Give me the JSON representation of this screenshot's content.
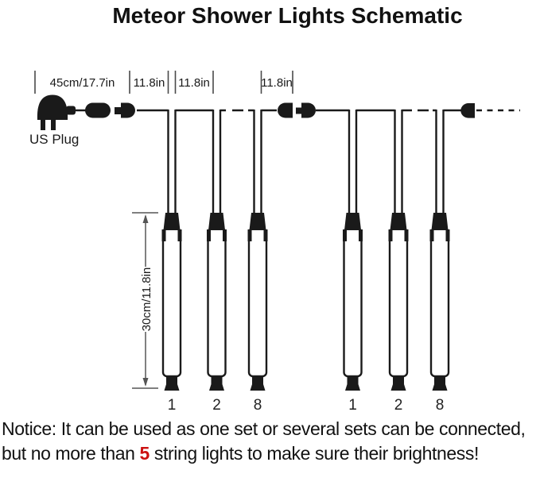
{
  "title": "Meteor Shower Lights Schematic",
  "plug": {
    "label": "US Plug"
  },
  "measurements": {
    "lead_length": "45cm/17.7in",
    "tube_spacing_1": "11.8in",
    "tube_spacing_2": "11.8in",
    "tube_spacing_3": "11.8in",
    "tube_length": "30cm/11.8in"
  },
  "sets": [
    {
      "tubes": [
        "1",
        "2",
        "8"
      ]
    },
    {
      "tubes": [
        "1",
        "2",
        "8"
      ]
    }
  ],
  "notice": {
    "text_before": "Notice: It can be used as one set or several sets can be connected, but no more than ",
    "max_count": "5",
    "text_after": " string lights to make sure their brightness!"
  },
  "colors": {
    "ink": "#1a1a1a",
    "dimension": "#555555",
    "highlight_red": "#cc1111"
  }
}
